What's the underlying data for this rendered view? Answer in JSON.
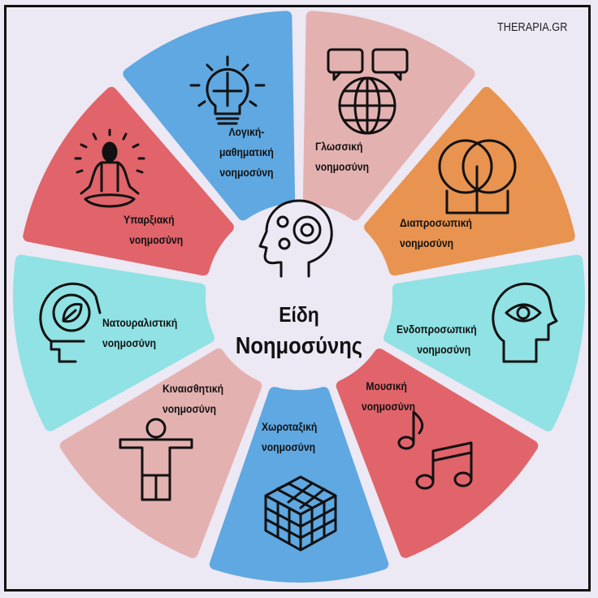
{
  "logo": "THERAPIA.GR",
  "center": {
    "line1": "Είδη",
    "line2": "Νοημοσύνης"
  },
  "colors": {
    "background": "#ece8f4",
    "blue": "#5fa8e1",
    "pink": "#e4b1b1",
    "orange": "#e8934f",
    "cyan": "#90e2e4",
    "red": "#e0646a"
  },
  "sectors": [
    {
      "id": "linguistic",
      "color": "#e4b1b1",
      "icon": "speech-globe-icon",
      "lines": [
        "Γλωσσική",
        "νοημοσύνη"
      ]
    },
    {
      "id": "interpersonal",
      "color": "#e8934f",
      "icon": "two-heads-icon",
      "lines": [
        "Διαπροσωπική",
        "νοημοσύνη"
      ]
    },
    {
      "id": "intrapersonal",
      "color": "#90e2e4",
      "icon": "eye-head-icon",
      "lines": [
        "Ενδοπροσωπική",
        "νοημοσύνη"
      ]
    },
    {
      "id": "musical",
      "color": "#e0646a",
      "icon": "music-notes-icon",
      "lines": [
        "Μουσική",
        "νοημοσύνη"
      ]
    },
    {
      "id": "spatial",
      "color": "#5fa8e1",
      "icon": "cube-icon",
      "lines": [
        "Χωροταξική",
        "νοημοσύνη"
      ]
    },
    {
      "id": "bodily",
      "color": "#e4b1b1",
      "icon": "person-icon",
      "lines": [
        "Κιναισθητική",
        "νοημοσύνη"
      ]
    },
    {
      "id": "naturalist",
      "color": "#90e2e4",
      "icon": "leaf-head-icon",
      "lines": [
        "Νατουραλιστική",
        "νοημοσύνη"
      ]
    },
    {
      "id": "existential",
      "color": "#e0646a",
      "icon": "meditation-icon",
      "lines": [
        "Υπαρξιακή",
        "νοημοσύνη"
      ]
    },
    {
      "id": "logical",
      "color": "#5fa8e1",
      "icon": "lightbulb-puzzle-icon",
      "lines": [
        "Λογική-",
        "μαθηματική",
        "νοημοσύνη"
      ]
    }
  ]
}
